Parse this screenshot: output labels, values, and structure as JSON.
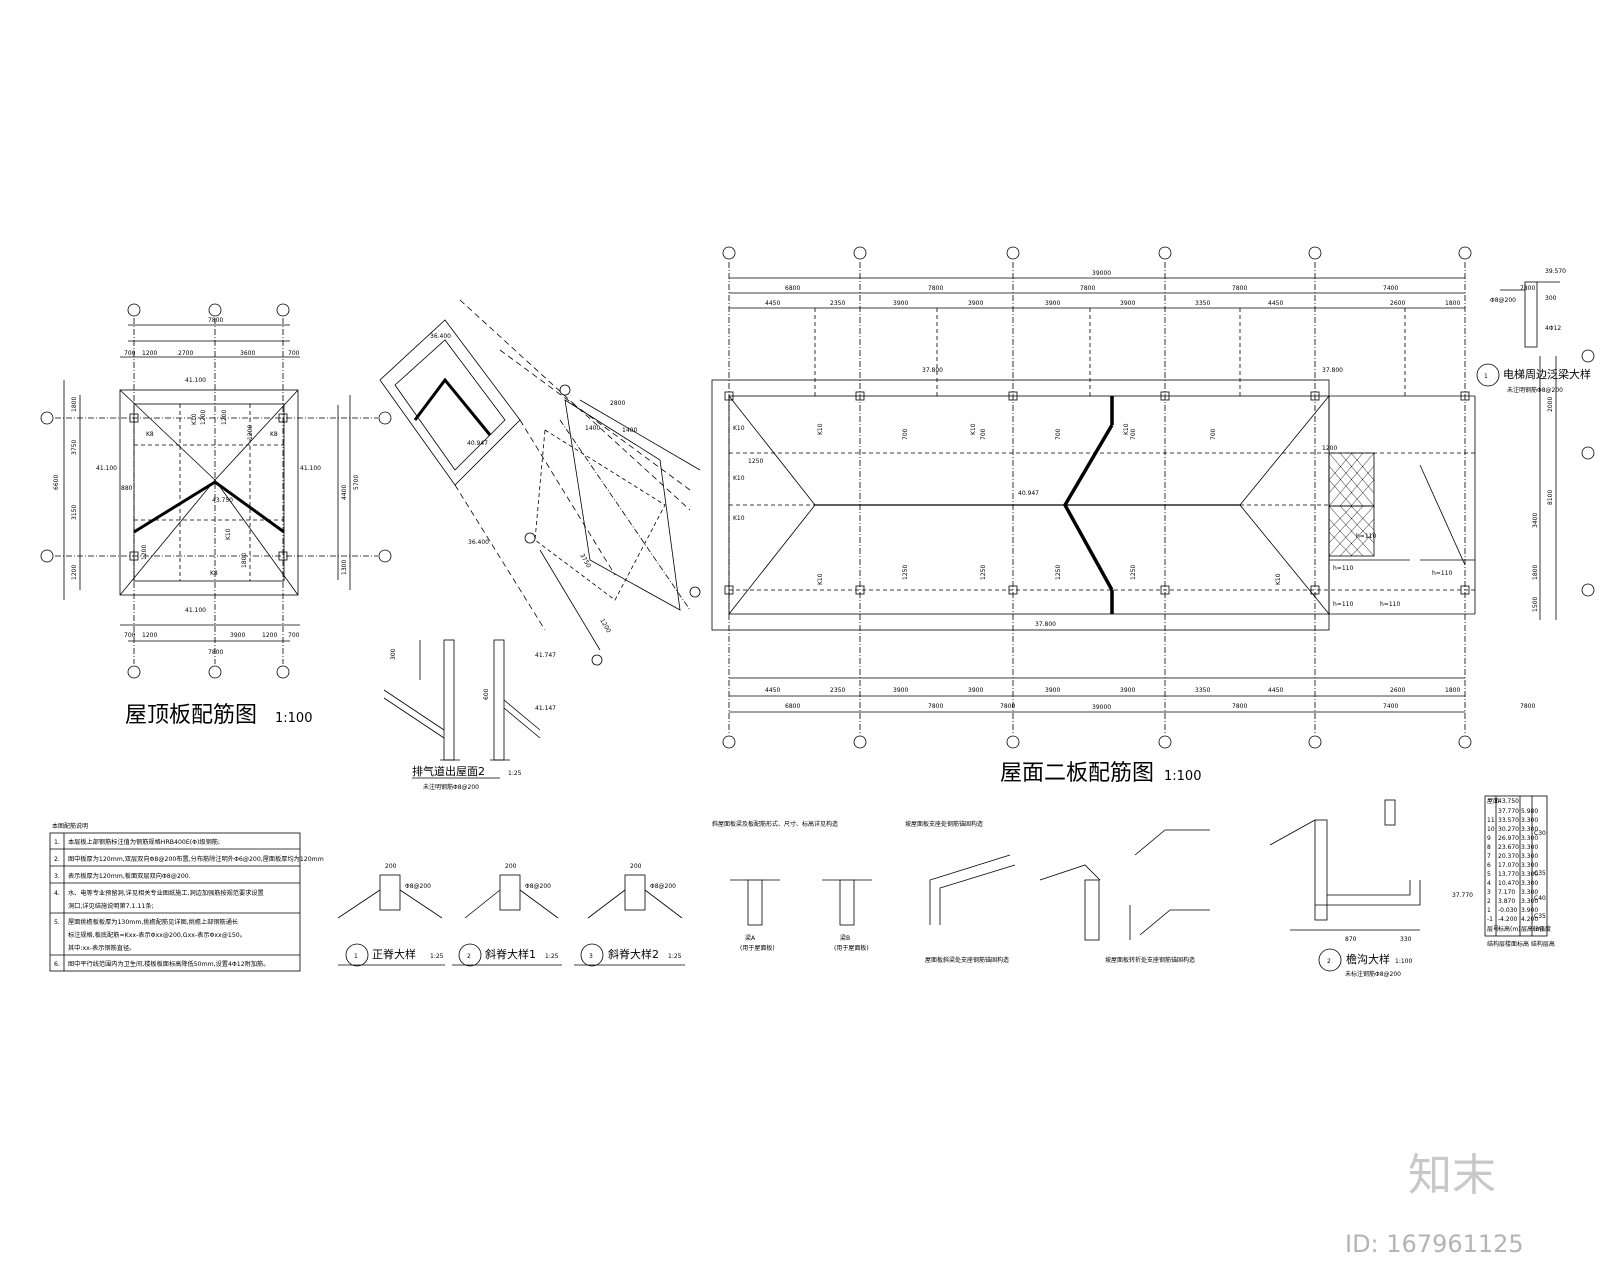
{
  "roof_plan": {
    "title": "屋顶板配筋图",
    "scale": "1:100",
    "dims_top": [
      "7800",
      "700",
      "1200",
      "2700",
      "3600",
      "700"
    ],
    "dims_bottom": [
      "700",
      "1200",
      "3900",
      "1200",
      "700",
      "7800"
    ],
    "dims_left": [
      "6600",
      "1800",
      "3750",
      "3150",
      "1200"
    ],
    "dims_right": [
      "5700",
      "4400",
      "1300"
    ],
    "elevations": [
      "41.100",
      "41.100",
      "41.100",
      "43.750",
      "41.100"
    ],
    "labels": [
      "K8",
      "K10",
      "K8",
      "K10",
      "K8"
    ],
    "inner": [
      "1200",
      "1200",
      "1200",
      "1200",
      "1800",
      "880"
    ]
  },
  "tilted_plan": {
    "elevations": [
      "36.400",
      "40.947",
      "36.400"
    ],
    "dims": [
      "2800",
      "1400",
      "1400",
      "3750",
      "1200"
    ]
  },
  "exhaust": {
    "title": "排气道出屋面2",
    "scale": "1:25",
    "elevations": [
      "41.747",
      "41.147"
    ],
    "dims": [
      "600",
      "300"
    ],
    "note": "未注明钢筋Φ8@200"
  },
  "roof2_plan": {
    "title": "屋面二板配筋图",
    "scale": "1:100",
    "total": "39000",
    "spans_top": [
      "6800",
      "7800",
      "7800",
      "7800",
      "7400",
      "7800"
    ],
    "subspans_top": [
      "4450",
      "2350",
      "3900",
      "3900",
      "3900",
      "3900",
      "3350",
      "4450",
      "2600",
      "1800"
    ],
    "spans_bottom": [
      "6800",
      "7800",
      "7800",
      "7800",
      "7400",
      "7800"
    ],
    "subspans_bottom": [
      "4450",
      "2350",
      "3900",
      "3900",
      "3900",
      "3900",
      "3350",
      "4450",
      "2600",
      "1800"
    ],
    "dims_right": [
      "2000",
      "3400",
      "1800",
      "8100",
      "1500"
    ],
    "elevations": [
      "37.800",
      "37.800",
      "40.947",
      "37.800"
    ],
    "labels": [
      "K10",
      "K10",
      "K10",
      "K10",
      "K10",
      "K10",
      "K10",
      "K10"
    ],
    "bars": [
      "700",
      "700",
      "700",
      "700",
      "700",
      "1250",
      "1250",
      "1250",
      "1250",
      "1250",
      "1200"
    ],
    "h_labels": [
      "h=110",
      "h=110",
      "h=110",
      "h=110",
      "h=110"
    ]
  },
  "elevator_detail": {
    "number": "1",
    "title": "电梯周边泛梁大样",
    "note": "未注明钢筋Φ8@200",
    "elevation": "39.570",
    "labels": [
      "Φ8@200",
      "300",
      "4Φ12"
    ]
  },
  "notes": {
    "heading": "本图配筋说明",
    "items": [
      {
        "n": "1.",
        "text": "本层板上部钢筋标注值为钢筋规格HRB400E(Φ)级钢筋;"
      },
      {
        "n": "2.",
        "text": "图中板厚为120mm,双层双向Φ8@200布置,分布筋除注明外Φ6@200,屋面板厚均为120mm"
      },
      {
        "n": "3.",
        "text": "表示板厚为120mm,板面双层双向Φ8@200."
      },
      {
        "n": "4.",
        "text": "水、电等专业预留洞,详见相关专业图纸施工,洞边加强筋按规范要求设置"
      },
      {
        "n": "",
        "text": "洞口,详见结施说明第7.1.11条;"
      },
      {
        "n": "5.",
        "text": "屋面挑檐板板厚为130mm,挑檐配筋见详图,挑檐上部钢筋通长"
      },
      {
        "n": "",
        "text": "标注规格,板底配筋=Kxx-表示Φxx@200,Gxx-表示Φxx@150。"
      },
      {
        "n": "",
        "text": "其中:xx-表示钢筋直径。"
      },
      {
        "n": "6.",
        "text": "图中平行线范围内为卫生间,楼板板面标高降低50mm,设置4Φ12附加筋。"
      }
    ]
  },
  "ridge_details": [
    {
      "number": "1",
      "title": "正脊大样",
      "scale": "1:25",
      "dim": "200",
      "label": "Φ8@200"
    },
    {
      "number": "2",
      "title": "斜脊大样1",
      "scale": "1:25",
      "dim": "200",
      "label": "Φ8@200"
    },
    {
      "number": "3",
      "title": "斜脊大样2",
      "scale": "1:25",
      "dim": "200",
      "label": "Φ8@200"
    }
  ],
  "slope_sections": {
    "heading": "斜屋面板梁及板配筋形式、尺寸、标高详见构造",
    "captions": [
      "梁A",
      "梁B"
    ],
    "subcaptions": [
      "(用于屋面板)",
      "(用于屋面板)"
    ]
  },
  "eave_sections": {
    "heading": "坡屋面板支座处钢筋锚固构造",
    "caption1": "屋面板斜梁处支座钢筋锚固构造",
    "caption2": "坡屋面板转折处支座钢筋锚固构造"
  },
  "gutter_detail": {
    "number": "2",
    "title": "檐沟大样",
    "scale": "1:100",
    "note": "未标注钢筋Φ8@200",
    "dims": [
      "870",
      "330"
    ],
    "elevation": "37.770"
  },
  "floor_table": {
    "headers": [
      "层号",
      "标高(m)",
      "层高(m)",
      "砼强度"
    ],
    "rows": [
      [
        "屋面",
        "43.750",
        ""
      ],
      [
        "",
        "37.770",
        "5.980"
      ],
      [
        "11",
        "33.570",
        "3.300"
      ],
      [
        "10",
        "30.270",
        "3.300"
      ],
      [
        "9",
        "26.970",
        "3.300"
      ],
      [
        "8",
        "23.670",
        "3.300"
      ],
      [
        "7",
        "20.370",
        "3.300"
      ],
      [
        "6",
        "17.070",
        "3.300"
      ],
      [
        "5",
        "13.770",
        "3.300"
      ],
      [
        "4",
        "10.470",
        "3.300"
      ],
      [
        "3",
        "7.170",
        "3.300"
      ],
      [
        "2",
        "3.870",
        "3.300"
      ],
      [
        "1",
        "-0.030",
        "3.900"
      ],
      [
        "-1",
        "-4.200",
        "4.200"
      ]
    ],
    "grades": [
      "C30",
      "C35",
      "C40",
      "C35"
    ],
    "footer": "结构层楼面标高 结构层高"
  },
  "watermark": {
    "brand": "知末",
    "id": "ID: 167961125"
  }
}
